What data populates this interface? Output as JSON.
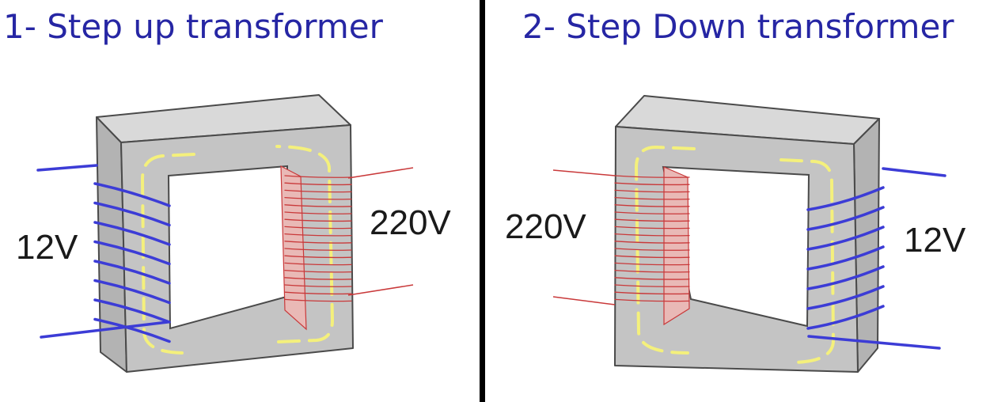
{
  "colors": {
    "title": "#2626a4",
    "low_voltage_winding": "#3c3cd6",
    "high_voltage_winding": "#c9393a",
    "core_front": "#c4c4c4",
    "core_top": "#d9d9d9",
    "core_window": "#ffffff",
    "flux_path": "#f4f07c",
    "divider": "#000000"
  },
  "left_panel": {
    "title": "1- Step up transformer",
    "primary_voltage": "12V",
    "secondary_voltage": "220V"
  },
  "right_panel": {
    "title": "2- Step Down transformer",
    "primary_voltage": "220V",
    "secondary_voltage": "12V"
  }
}
